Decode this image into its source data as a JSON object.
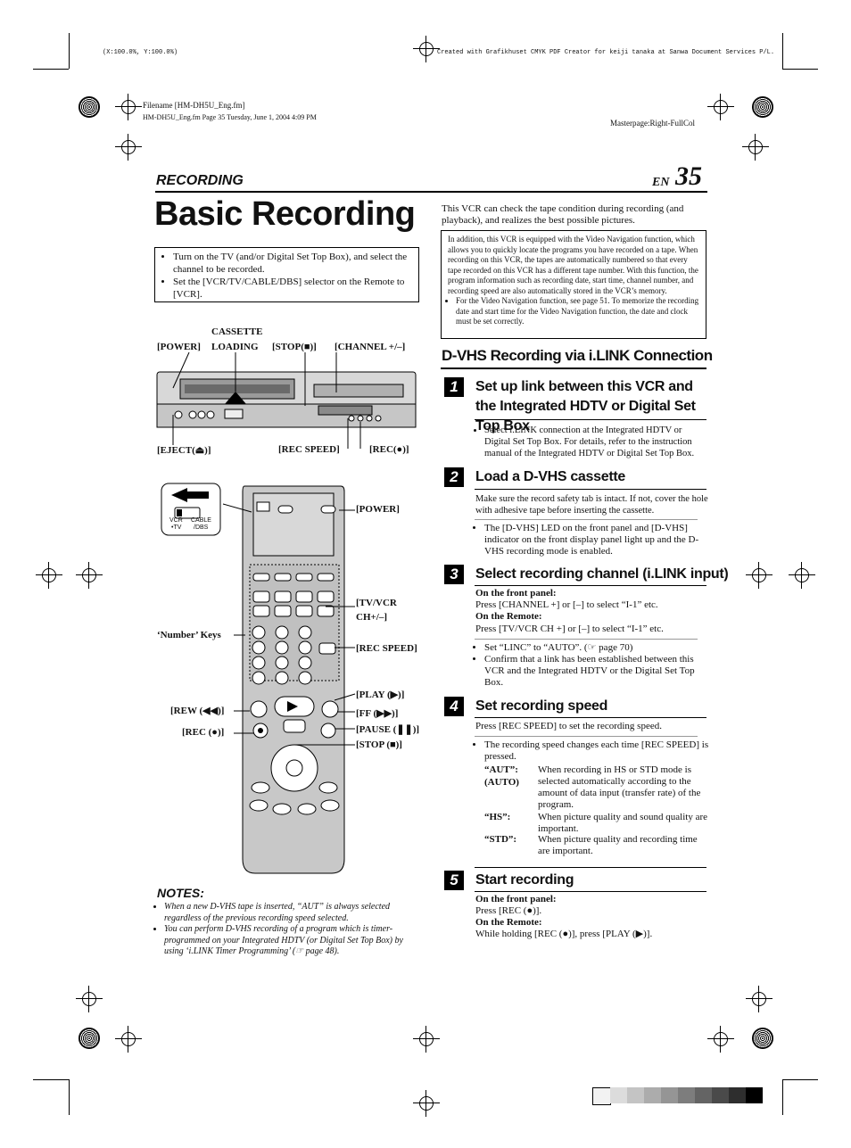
{
  "print_meta": {
    "scale": "(X:100.0%, Y:100.0%)",
    "created": "Created with Grafikhuset CMYK PDF Creator for keiji tanaka at Sanwa Document Services P/L.",
    "filename": "Filename [HM-DH5U_Eng.fm]",
    "file_info": "HM-DH5U_Eng.fm  Page 35  Tuesday, June 1, 2004  4:09 PM",
    "masterpage": "Masterpage:Right-FullCol"
  },
  "header": {
    "section": "RECORDING",
    "en": "EN",
    "page_number": "35"
  },
  "title": "Basic Recording",
  "prep_box": {
    "items": [
      "Turn on the TV (and/or Digital Set Top Box), and select the channel to be recorded.",
      "Set the [VCR/TV/CABLE/DBS] selector on the Remote to [VCR]."
    ]
  },
  "vcr_labels": {
    "power": "[POWER]",
    "cassette": "CASSETTE",
    "loading": "LOADING",
    "stop": "[STOP(■)]",
    "channel": "[CHANNEL +/–]",
    "eject": "[EJECT(⏏)]",
    "rec_speed": "[REC SPEED]",
    "rec": "[REC(●)]"
  },
  "remote_labels": {
    "power": "[POWER]",
    "tv_vcr": "[TV/VCR",
    "ch": "CH+/–]",
    "number_keys": "‘Number’ Keys",
    "rec_speed": "[REC SPEED]",
    "play": "[PLAY (▶)]",
    "rew": "[REW (◀◀)]",
    "ff": "[FF (▶▶)]",
    "rec": "[REC (●)]",
    "pause": "[PAUSE (❚❚)]",
    "stop": "[STOP (■)]",
    "switch_vcr": "VCR",
    "switch_tv": "•TV",
    "switch_cable": "CABLE",
    "switch_dbs": "/DBS"
  },
  "notes": {
    "title": "NOTES:",
    "items": [
      "When a new D-VHS tape is inserted, “AUT” is always selected regardless of the previous recording speed selected.",
      "You can perform D-VHS recording of a program which is timer-programmed on your Integrated HDTV (or Digital Set Top Box) by using ‘i.LINK Timer Programming’ (☞ page 48)."
    ]
  },
  "intro": "This VCR can check the tape condition during recording (and playback), and realizes the best possible pictures.",
  "info_box": {
    "text": "In addition, this VCR is equipped with the Video Navigation function, which allows you to quickly locate the programs you have recorded on a tape. When recording on this VCR, the tapes are automatically numbered so that every tape recorded on this VCR has a different tape number. With this function, the program information such as recording date, start time, channel number, and recording speed are also automatically stored in the VCR’s memory.",
    "bullet": "For the Video Navigation function, see page 51. To memorize the recording date and start time for the Video Navigation function, the date and clock must be set correctly."
  },
  "section_heading": "D-VHS Recording via i.LINK Connection",
  "steps": [
    {
      "num": "1",
      "heading": "Set up link between this VCR and the Integrated HDTV or Digital Set Top Box",
      "bullet": "Select i.LINK connection at the Integrated HDTV or Digital Set Top Box. For details, refer to the instruction manual of the Integrated HDTV or Digital Set Top Box."
    },
    {
      "num": "2",
      "heading": "Load a D-VHS cassette",
      "text": "Make sure the record safety tab is intact. If not, cover the hole with adhesive tape before inserting the cassette.",
      "bullet": "The [D-VHS] LED on the front panel and [D-VHS] indicator on the front display panel light up and the D-VHS recording mode is enabled."
    },
    {
      "num": "3",
      "heading": "Select recording channel (i.LINK input)",
      "front_label": "On the front panel:",
      "front_text": "Press [CHANNEL +] or [–] to select “I-1” etc.",
      "remote_label": "On the Remote:",
      "remote_text": "Press [TV/VCR CH +] or [–] to select “I-1” etc.",
      "bullets": [
        "Set “LINC” to “AUTO”. (☞ page 70)",
        "Confirm that a link has been established between this VCR and the Integrated HDTV or the Digital Set Top Box."
      ]
    },
    {
      "num": "4",
      "heading": "Set recording speed",
      "text": "Press [REC SPEED] to set the recording speed.",
      "bullet": "The recording speed changes each time [REC SPEED] is pressed.",
      "modes": [
        {
          "term": "“AUT”:",
          "term2": "(AUTO)",
          "desc": "When recording in HS or STD mode is selected automatically according to the amount of data input (transfer rate) of the program."
        },
        {
          "term": "“HS”:",
          "desc": "When picture quality and sound quality are important."
        },
        {
          "term": "“STD”:",
          "desc": "When picture quality and recording time are important."
        }
      ]
    },
    {
      "num": "5",
      "heading": "Start recording",
      "front_label": "On the front panel:",
      "front_text": "Press [REC (●)].",
      "remote_label": "On the Remote:",
      "remote_text": "While holding [REC (●)], press [PLAY (▶)]."
    }
  ],
  "colors": {
    "ink": "#000000",
    "paper": "#ffffff",
    "device_gray": "#c8c8c8"
  }
}
